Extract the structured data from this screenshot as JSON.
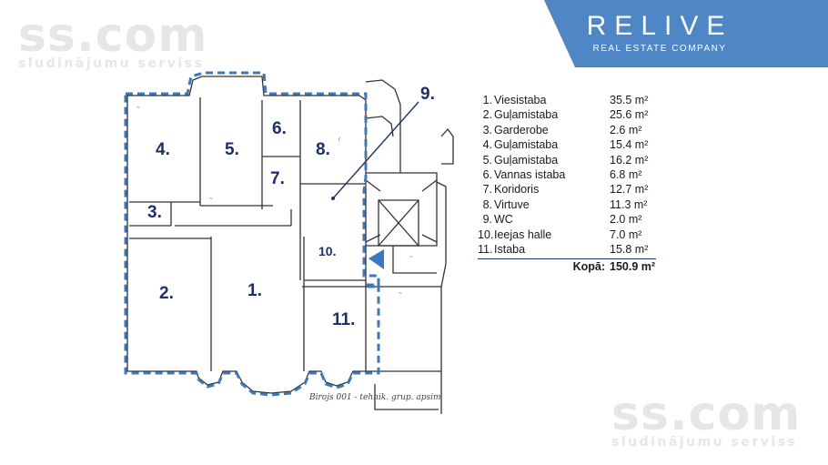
{
  "watermark": {
    "site": "ss.com",
    "slogan": "sludinājumu serviss"
  },
  "brand": {
    "name": "RELIVE",
    "tagline": "REAL ESTATE COMPANY",
    "color": "#4f86c6"
  },
  "plan": {
    "room_labels": [
      "1.",
      "2.",
      "3.",
      "4.",
      "5.",
      "6.",
      "7.",
      "8.",
      "9.",
      "10.",
      "11."
    ],
    "handwritten_caption": "Birojs 001 - tehnik. grup. apsim",
    "border_color": "#3a78c2",
    "label_color": "#1e2f6b"
  },
  "area_table": {
    "rows": [
      {
        "num": "1.",
        "name": "Viesistaba",
        "area": "35.5 m²"
      },
      {
        "num": "2.",
        "name": "Guļamistaba",
        "area": "25.6 m²"
      },
      {
        "num": "3.",
        "name": "Garderobe",
        "area": "2.6 m²"
      },
      {
        "num": "4.",
        "name": "Guļamistaba",
        "area": "15.4 m²"
      },
      {
        "num": "5.",
        "name": "Guļamistaba",
        "area": "16.2 m²"
      },
      {
        "num": "6.",
        "name": "Vannas istaba",
        "area": "6.8 m²"
      },
      {
        "num": "7.",
        "name": "Koridoris",
        "area": "12.7 m²"
      },
      {
        "num": "8.",
        "name": "Virtuve",
        "area": "11.3 m²"
      },
      {
        "num": "9.",
        "name": "WC",
        "area": "2.0 m²"
      },
      {
        "num": "10.",
        "name": "Ieejas halle",
        "area": "7.0 m²"
      },
      {
        "num": "11.",
        "name": "Istaba",
        "area": "15.8 m²"
      }
    ],
    "total_label": "Kopā:",
    "total_value": "150.9 m²"
  }
}
